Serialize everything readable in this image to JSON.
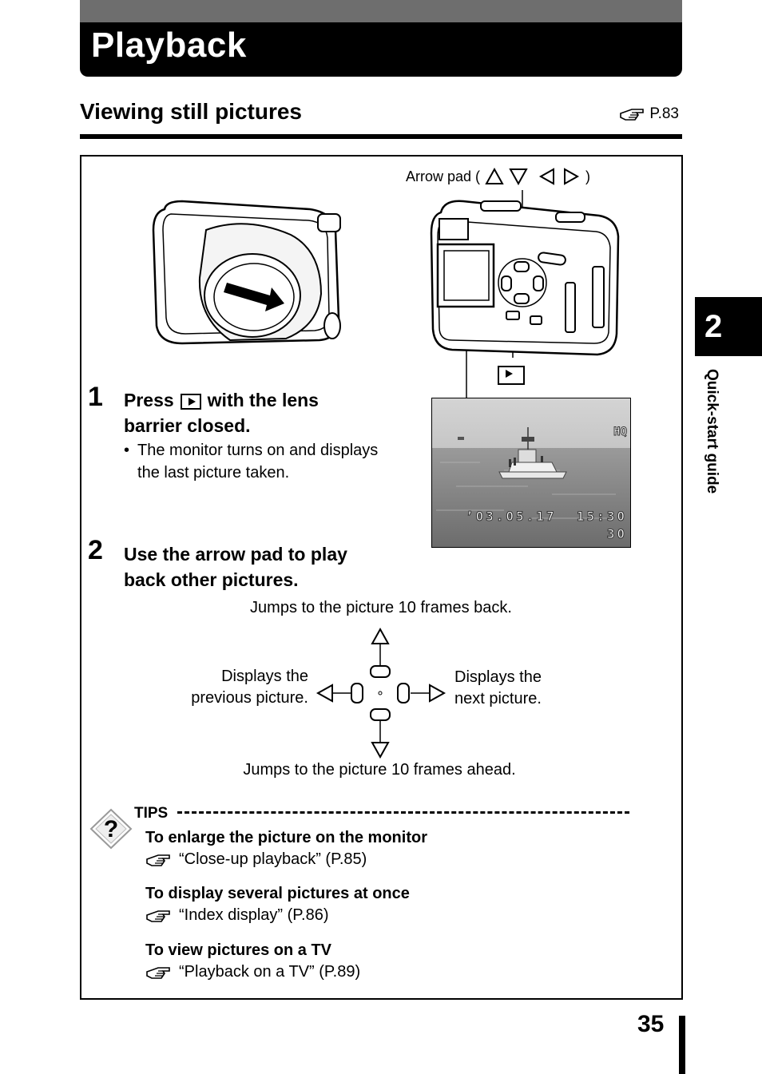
{
  "header": {
    "title": "Playback"
  },
  "section": {
    "title": "Viewing still pictures",
    "ref": "P.83"
  },
  "side_tab": {
    "number": "2",
    "label": "Quick-start guide"
  },
  "page_number": "35",
  "callouts": {
    "arrow_pad_prefix": "Arrow pad (",
    "arrow_pad_suffix": ")"
  },
  "photo": {
    "quality": "HQ",
    "datetime": "’03.05.17  15:30",
    "frame": "30"
  },
  "step1": {
    "number": "1",
    "text_before": "Press",
    "text_after": "with the lens",
    "text_line2": "barrier closed.",
    "note_bullet": "•",
    "note_line1": "The monitor turns on and displays",
    "note_line2": "the last picture taken."
  },
  "step2": {
    "number": "2",
    "line1": "Use the arrow pad to play",
    "line2": "back other pictures."
  },
  "arrow_diagram": {
    "up": "Jumps to the picture 10 frames back.",
    "down": "Jumps to the picture 10 frames ahead.",
    "left_line1": "Displays the",
    "left_line2": "previous picture.",
    "right_line1": "Displays the",
    "right_line2": "next picture."
  },
  "tips": {
    "label": "TIPS",
    "items": [
      {
        "heading": "To enlarge the picture on the monitor",
        "ref": "“Close-up playback” (P.85)"
      },
      {
        "heading": "To display several pictures at once",
        "ref": "“Index display” (P.86)"
      },
      {
        "heading": "To view pictures on a TV",
        "ref": "“Playback on a TV” (P.89)"
      }
    ]
  }
}
